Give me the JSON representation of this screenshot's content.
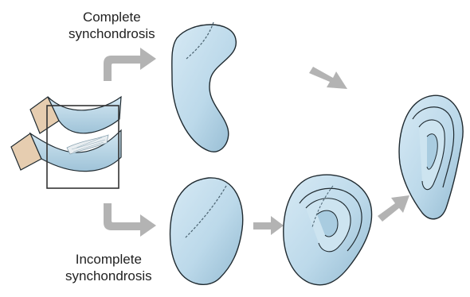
{
  "labels": {
    "complete": [
      "Complete",
      "synchondrosis"
    ],
    "incomplete": [
      "Incomplete",
      "synchondrosis"
    ]
  },
  "colors": {
    "cartilage_fill": "#bcd9ea",
    "cartilage_shade": "#8fb7cf",
    "outline": "#1f2a30",
    "skin": "#e6cdb0",
    "arrow": "#b3b3b3",
    "box": "#333333"
  }
}
